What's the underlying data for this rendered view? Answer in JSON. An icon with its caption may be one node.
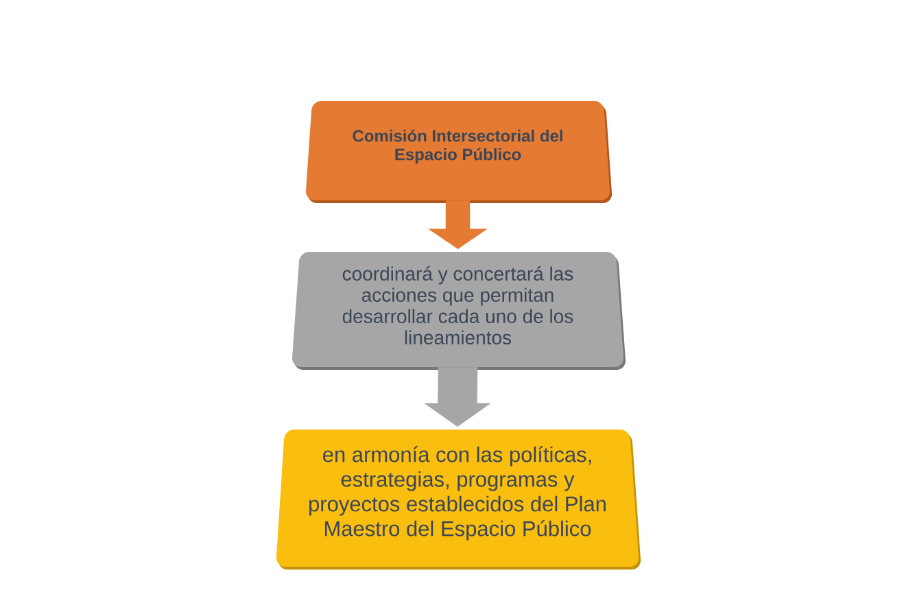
{
  "diagram": {
    "nodes": [
      {
        "text": [
          "Comisión Intersectorial del Espacio Público"
        ]
      },
      {
        "text": [
          "coordinará y concertará las acciones que permitan desarrollar cada uno de los lineamientos"
        ]
      },
      {
        "text": [
          "en armonía con las políticas, estrategias, programas y proyectos establecidos del Plan Maestro del Espacio Público"
        ]
      }
    ],
    "edges": [
      {
        "from": 0,
        "to": 1,
        "arrow": "to",
        "color": "#e57a33"
      },
      {
        "from": 1,
        "to": 2,
        "arrow": "to",
        "color": "#a6a6a6"
      }
    ]
  }
}
